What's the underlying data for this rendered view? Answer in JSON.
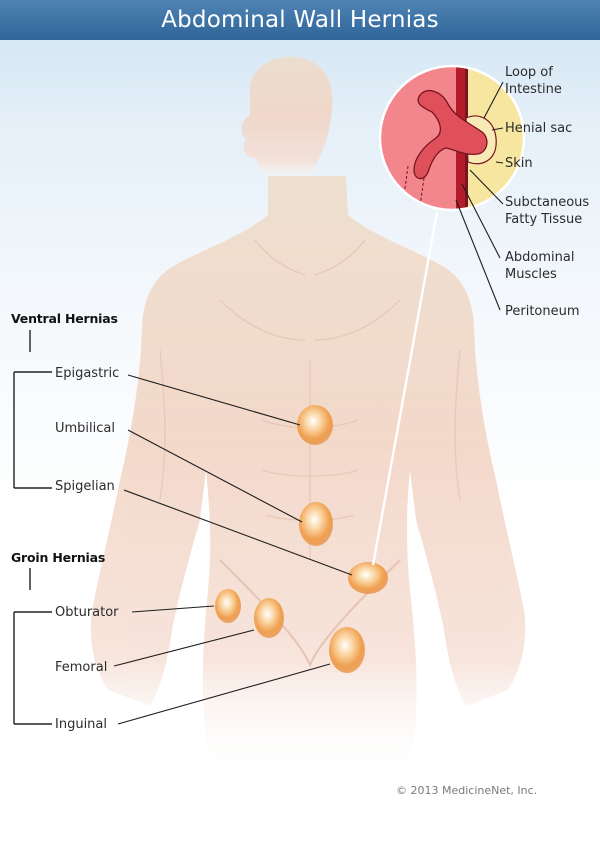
{
  "title": "Abdominal Wall Hernias",
  "groups": [
    {
      "heading": "Ventral Hernias",
      "items": [
        "Epigastric",
        "Umbilical",
        "Spigelian"
      ]
    },
    {
      "heading": "Groin Hernias",
      "items": [
        "Obturator",
        "Femoral",
        "Inguinal"
      ]
    }
  ],
  "inset_labels": [
    {
      "line1": "Loop of",
      "line2": "Intestine"
    },
    {
      "line1": "Henial sac",
      "line2": ""
    },
    {
      "line1": "Skin",
      "line2": ""
    },
    {
      "line1": "Subctaneous",
      "line2": "Fatty Tissue"
    },
    {
      "line1": "Abdominal",
      "line2": "Muscles"
    },
    {
      "line1": "Peritoneum",
      "line2": ""
    }
  ],
  "copyright": "© 2013 MedicineNet, Inc.",
  "colors": {
    "title_bar": "#3a6fa3",
    "skin": "#efc9b8",
    "hernia": "#f0a050",
    "inset_bg": "#f2868c",
    "intestine": "#e0505a",
    "muscle": "#b31c2a",
    "fat": "#f6e6a0"
  }
}
